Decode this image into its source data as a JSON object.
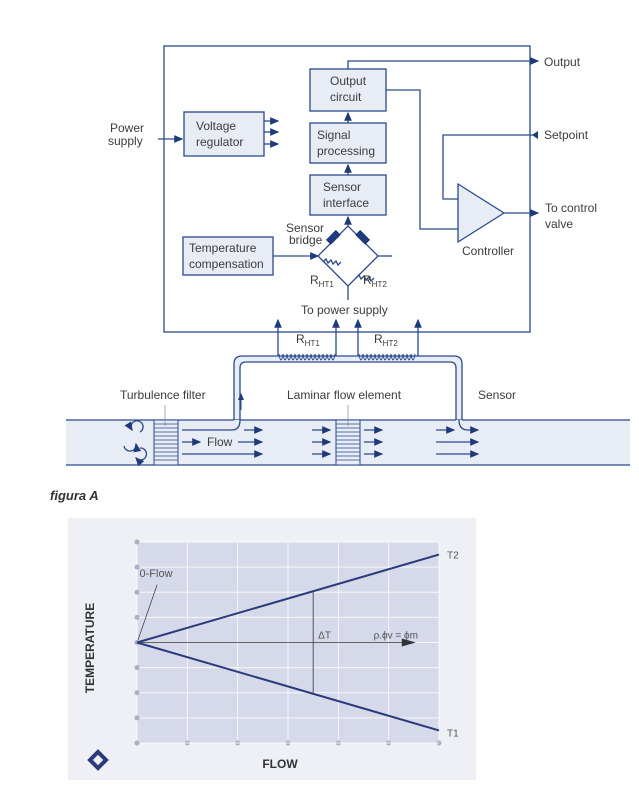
{
  "diagram": {
    "inputs": {
      "power_supply": [
        "Power",
        "supply"
      ],
      "output": "Output",
      "setpoint": "Setpoint",
      "to_control_valve": [
        "To control",
        "valve"
      ]
    },
    "blocks": {
      "voltage_regulator": [
        "Voltage",
        "regulator"
      ],
      "output_circuit": [
        "Output",
        "circuit"
      ],
      "signal_processing": [
        "Signal",
        "processing"
      ],
      "sensor_interface": [
        "Sensor",
        "interface"
      ],
      "temperature_compensation": [
        "Temperature",
        "compensation"
      ],
      "controller": "Controller"
    },
    "bridge": {
      "label": [
        "Sensor",
        "bridge"
      ],
      "r1": "R",
      "r1_sub": "HT1",
      "r2": "R",
      "r2_sub": "HT2",
      "power": "To power supply"
    },
    "flow_section": {
      "turbulence_filter": "Turbulence filter",
      "laminar_flow_element": "Laminar flow element",
      "sensor": "Sensor",
      "flow": "Flow",
      "coil1": "R",
      "coil1_sub": "HT1",
      "coil2": "R",
      "coil2_sub": "HT2"
    }
  },
  "caption": "figura A",
  "chart_data": {
    "type": "line",
    "title": "",
    "xlabel": "FLOW",
    "ylabel": "TEMPERATURE",
    "xlim": [
      0,
      6
    ],
    "ylim": [
      -4,
      4
    ],
    "grid": true,
    "series": [
      {
        "name": "T2",
        "x": [
          0,
          6
        ],
        "y": [
          0,
          3.5
        ]
      },
      {
        "name": "T1",
        "x": [
          0,
          6
        ],
        "y": [
          0,
          -3.5
        ]
      }
    ],
    "annotations": {
      "zero_flow": "0-Flow",
      "delta_t": "ΔT",
      "delta_t_x": 3.5,
      "formula": "ρ.ϕv = ϕm",
      "t2_label": "T2",
      "t1_label": "T1"
    },
    "colors": {
      "line": "#2a3a7a",
      "plot_bg": "#d5d9ea",
      "outer_bg": "#eef0f6"
    }
  }
}
